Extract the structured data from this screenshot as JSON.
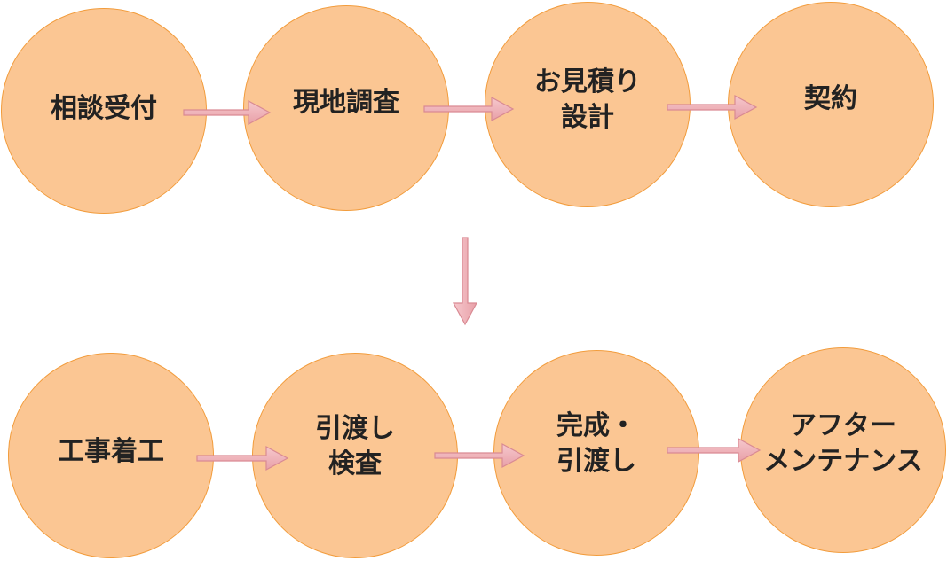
{
  "steps": [
    {
      "lines": [
        "相談受付"
      ]
    },
    {
      "lines": [
        "現地調査"
      ]
    },
    {
      "lines": [
        "お見積り",
        "設計"
      ]
    },
    {
      "lines": [
        "契約"
      ]
    },
    {
      "lines": [
        "工事着工"
      ]
    },
    {
      "lines": [
        "引渡し",
        "検査"
      ]
    },
    {
      "lines": [
        "完成・",
        "引渡し"
      ]
    },
    {
      "lines": [
        "アフター",
        "メンテナンス"
      ]
    }
  ],
  "colors": {
    "circle_fill": "#fbc693",
    "circle_border": "#f29c3c",
    "arrow_fill": "#f0aeb5",
    "arrow_stroke": "#d98a93",
    "text": "#222222"
  }
}
